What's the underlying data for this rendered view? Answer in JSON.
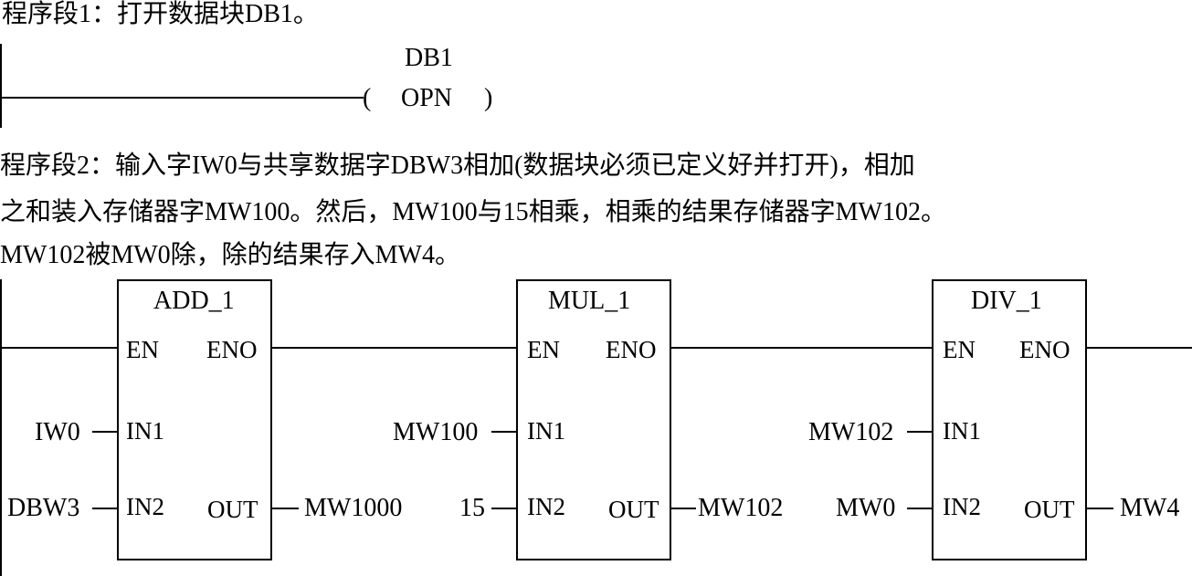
{
  "network1": {
    "caption": "程序段1：打开数据块DB1。",
    "operand": "DB1",
    "coil_open": "(",
    "coil_label": "OPN",
    "coil_close": ")"
  },
  "network2": {
    "caption_line1": "程序段2：输入字IW0与共享数据字DBW3相加(数据块必须已定义好并打开)，相加",
    "caption_line2": "之和装入存储器字MW100。然后，MW100与15相乘，相乘的结果存储器字MW102。",
    "caption_line3": "MW102被MW0除，除的结果存入MW4。",
    "blocks": [
      {
        "title": "ADD_1",
        "en": "EN",
        "eno": "ENO",
        "in1": "IN1",
        "in2": "IN2",
        "out": "OUT",
        "in1_operand": "IW0",
        "in2_operand": "DBW3",
        "out_operand": "MW1000"
      },
      {
        "title": "MUL_1",
        "en": "EN",
        "eno": "ENO",
        "in1": "IN1",
        "in2": "IN2",
        "out": "OUT",
        "in1_operand": "MW100",
        "in2_operand": "15",
        "out_operand": "MW102"
      },
      {
        "title": "DIV_1",
        "en": "EN",
        "eno": "ENO",
        "in1": "IN1",
        "in2": "IN2",
        "out": "OUT",
        "in1_operand": "MW102",
        "in2_operand": "MW0",
        "out_operand": "MW4"
      }
    ]
  }
}
